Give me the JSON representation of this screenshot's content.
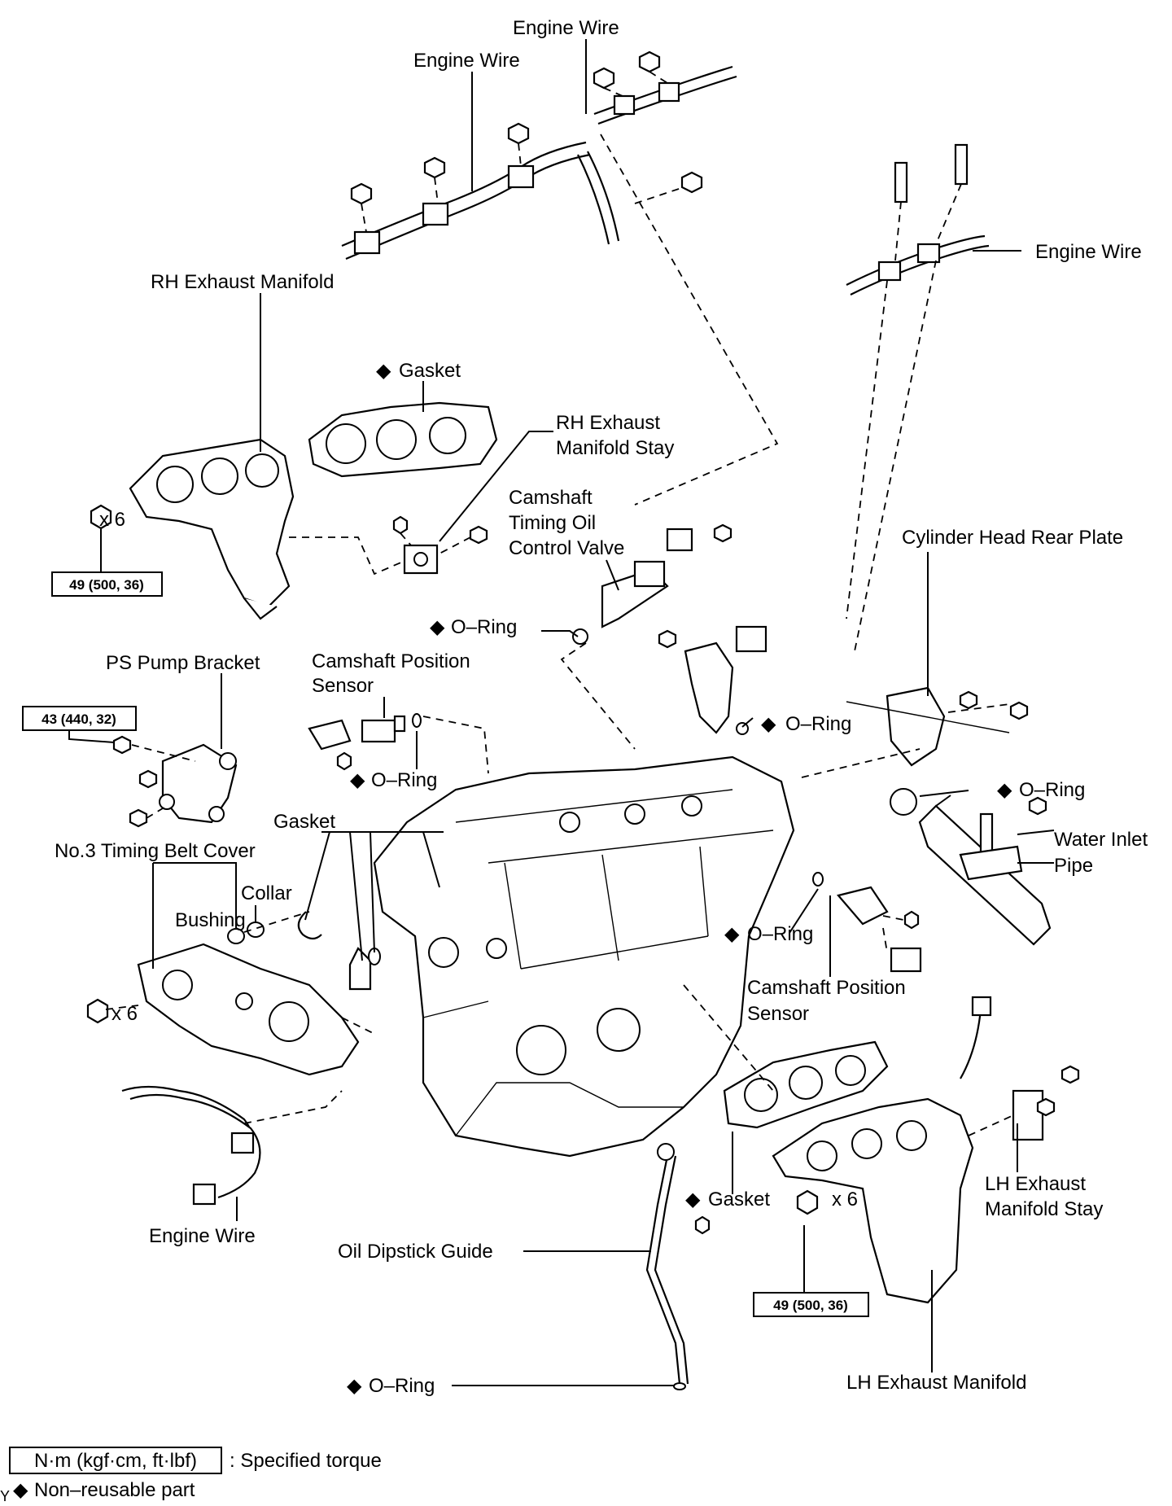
{
  "labels": {
    "engine_wire_top": "Engine Wire",
    "engine_wire_top2": "Engine Wire",
    "engine_wire_right": "Engine Wire",
    "engine_wire_bottom": "Engine Wire",
    "rh_exhaust_manifold": "RH Exhaust Manifold",
    "gasket_rh": "Gasket",
    "rh_stay_line1": "RH Exhaust",
    "rh_stay_line2": "Manifold Stay",
    "cam_valve_line1": "Camshaft",
    "cam_valve_line2": "Timing Oil",
    "cam_valve_line3": "Control Valve",
    "cylinder_head_rear_plate": "Cylinder Head Rear Plate",
    "oring_valve": "O–Ring",
    "ps_pump_bracket": "PS Pump Bracket",
    "cam_sensor_left_line1": "Camshaft Position",
    "cam_sensor_left_line2": "Sensor",
    "oring_right_valve": "O–Ring",
    "oring_left_sensor": "O–Ring",
    "oring_water_pipe": "O–Ring",
    "gasket_top_center": "Gasket",
    "no3_timing_belt_cover": "No.3 Timing Belt Cover",
    "collar": "Collar",
    "bushing": "Bushing",
    "water_inlet_line1": "Water Inlet",
    "water_inlet_line2": "Pipe",
    "oring_right_sensor": "O–Ring",
    "cam_sensor_right_line1": "Camshaft Position",
    "cam_sensor_right_line2": "Sensor",
    "gasket_lh": "Gasket",
    "lh_stay_line1": "LH Exhaust",
    "lh_stay_line2": "Manifold Stay",
    "oil_dipstick_guide": "Oil Dipstick Guide",
    "oring_dipstick": "O–Ring",
    "lh_exhaust_manifold": "LH Exhaust Manifold",
    "qty_rh_nuts": "x 6",
    "qty_cover_bolts": "x 6",
    "qty_lh_nuts": "x 6"
  },
  "torques": {
    "rh_manifold": "49 (500, 36)",
    "ps_bracket": "43 (440, 32)",
    "lh_manifold": "49 (500, 36)"
  },
  "legend": {
    "torque_key": "N·m (kgf·cm, ft·lbf)",
    "torque_desc": ": Specified torque",
    "nonreusable": "Non–reusable part",
    "corner_mark": "Y"
  },
  "symbols": {
    "nonreusable": "◆"
  }
}
